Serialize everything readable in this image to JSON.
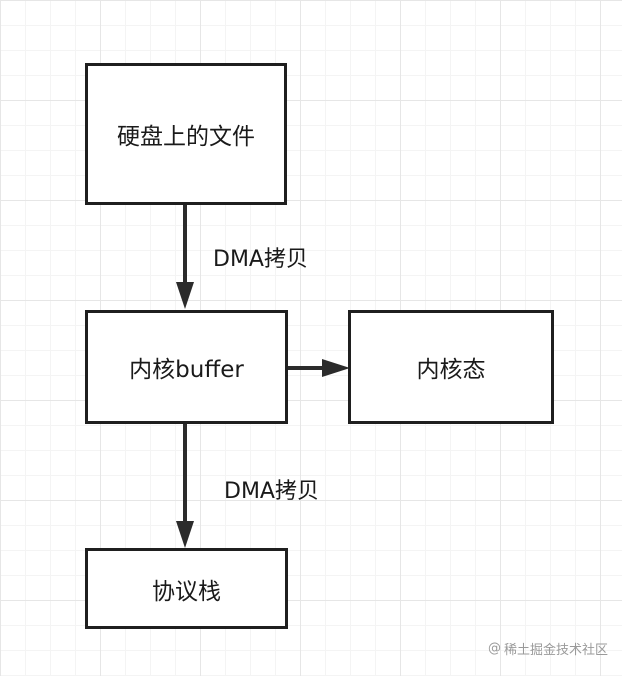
{
  "nodes": {
    "disk_file": "硬盘上的文件",
    "kernel_buffer": "内核buffer",
    "kernel_state": "内核态",
    "protocol_stack": "协议栈"
  },
  "edges": {
    "disk_to_buffer_label": "DMA拷贝",
    "buffer_to_stack_label": "DMA拷贝"
  },
  "watermark": {
    "at": "@",
    "text": "稀土掘金技术社区"
  },
  "colors": {
    "stroke": "#1f1f1f",
    "grid": "#e6e6e6",
    "watermark": "#9a9a9a"
  }
}
